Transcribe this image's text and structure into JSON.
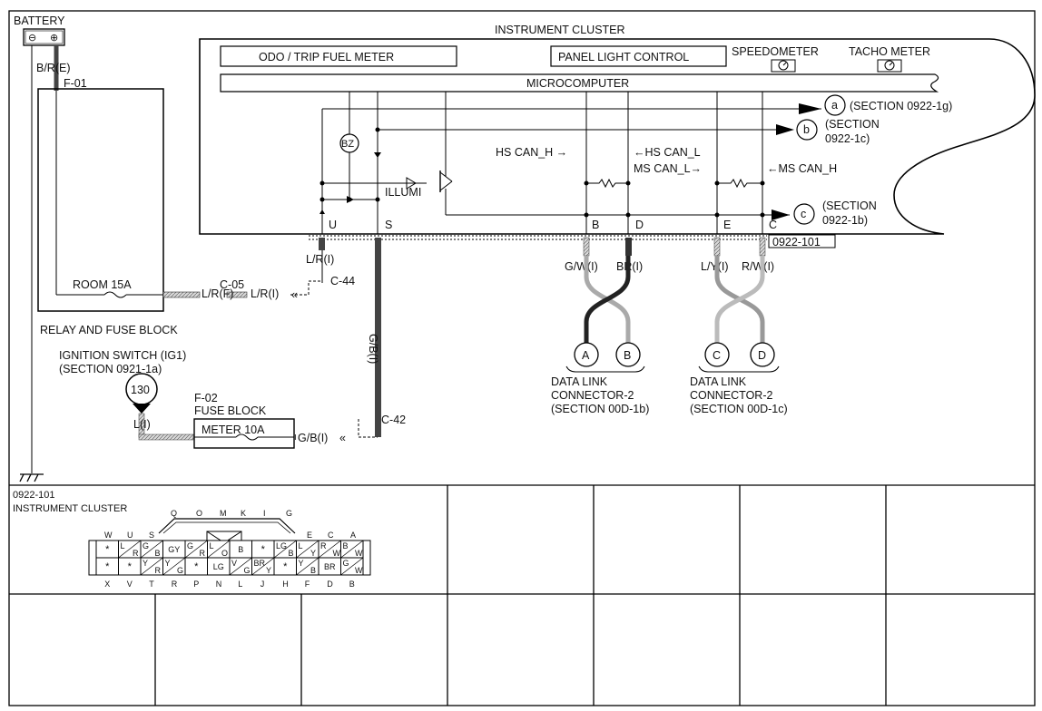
{
  "diagram": {
    "battery": {
      "label": "BATTERY",
      "minus": "⊖",
      "plus": "⊕",
      "wire": "B/R(E)",
      "fuse_ref": "F-01"
    },
    "relay_block": {
      "label": "RELAY AND FUSE BLOCK",
      "fuse": "ROOM 15A",
      "wire_out": "L/R(F)",
      "conn": "C-05",
      "wire_in": "L/R(I)"
    },
    "instrument_cluster": {
      "title": "INSTRUMENT CLUSTER",
      "odo": "ODO / TRIP FUEL METER",
      "panel_light": "PANEL LIGHT CONTROL",
      "speedometer": "SPEEDOMETER",
      "tacho": "TACHO METER",
      "microcomputer": "MICROCOMPUTER",
      "bz": "BZ",
      "illumi": "ILLUMI",
      "hs_can_h": "HS CAN_H →",
      "hs_can_l": "←HS CAN_L",
      "ms_can_l": "MS CAN_L→",
      "ms_can_h": "←MS CAN_H",
      "pins": [
        "U",
        "S",
        "B",
        "D",
        "E",
        "C"
      ],
      "connector_id": "0922-101"
    },
    "sections": {
      "a_letter": "a",
      "a_text": "(SECTION 0922-1g)",
      "b_letter": "b",
      "b_line1": "(SECTION",
      "b_line2": "0922-1c)",
      "c_letter": "c",
      "c_line1": "(SECTION",
      "c_line2": "0922-1b)"
    },
    "wires": {
      "u_wire": "L/R(I)",
      "c44": "C-44",
      "s_wire": "G/B(I)",
      "c42": "C-42",
      "meter_out": "G/B(I)",
      "gw": "G/W(I)",
      "br": "BR(I)",
      "ly": "L/Y(I)",
      "rw": "R/W(I)"
    },
    "ignition": {
      "line1": "IGNITION SWITCH (IG1)",
      "line2": "(SECTION 0921-1a)",
      "ref": "130",
      "wire": "L(I)"
    },
    "fuse_block": {
      "ref": "F-02",
      "label": "FUSE BLOCK",
      "fuse": "METER 10A"
    },
    "dlc": {
      "letters": [
        "A",
        "B",
        "C",
        "D"
      ],
      "left": {
        "line1": "DATA LINK",
        "line2": "CONNECTOR-2",
        "line3": "(SECTION 00D-1b)"
      },
      "right": {
        "line1": "DATA LINK",
        "line2": "CONNECTOR-2",
        "line3": "(SECTION 00D-1c)"
      }
    }
  },
  "connector_panel": {
    "id": "0922-101",
    "name": "INSTRUMENT CLUSTER",
    "top_tabs": [
      "Q",
      "O",
      "M",
      "K",
      "I",
      "G"
    ],
    "top_letters": [
      "W",
      "U",
      "S",
      "E",
      "C",
      "A"
    ],
    "bottom_letters": [
      "X",
      "V",
      "T",
      "R",
      "P",
      "N",
      "L",
      "J",
      "H",
      "F",
      "D",
      "B"
    ],
    "row1": [
      "*",
      "L/R",
      "G/B",
      "GY",
      "G/R",
      "L/O",
      "B",
      "*",
      "LG/B",
      "L/Y",
      "R/W",
      "B/W"
    ],
    "row2": [
      "*",
      "*",
      "Y/R",
      "Y/G",
      "*",
      "LG",
      "V/G",
      "BR/Y",
      "*",
      "Y/B",
      "BR",
      "G/W"
    ]
  }
}
